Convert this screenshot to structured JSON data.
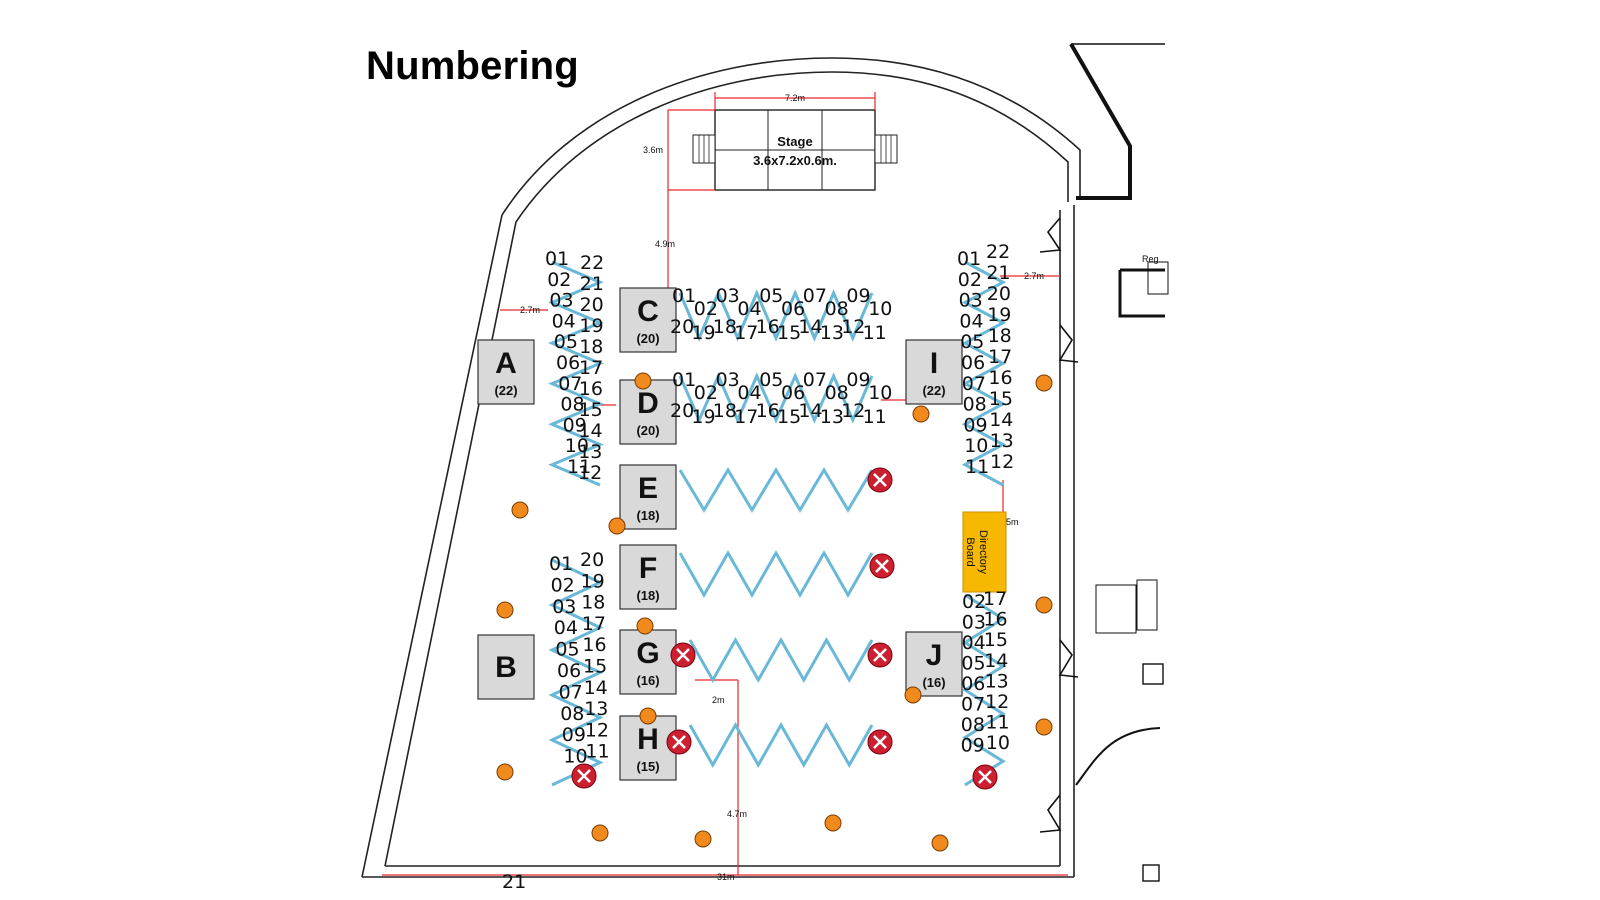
{
  "title": "Numbering",
  "stage": {
    "label": "Stage",
    "size": "3.6x7.2x0.6m.",
    "width_label": "7.2m",
    "depth_label": "3.6m"
  },
  "dimensions": [
    "4.9m",
    "2.7m",
    "2.7m",
    "2m",
    "4.7m",
    "31m",
    "5m"
  ],
  "directory_board": [
    "Directory",
    "Board"
  ],
  "corner_text": "21",
  "side_label": "Reg",
  "blocks": [
    {
      "id": "A",
      "count": "(22)"
    },
    {
      "id": "B",
      "count": ""
    },
    {
      "id": "C",
      "count": "(20)"
    },
    {
      "id": "D",
      "count": "(20)"
    },
    {
      "id": "E",
      "count": "(18)"
    },
    {
      "id": "F",
      "count": "(18)"
    },
    {
      "id": "G",
      "count": "(16)"
    },
    {
      "id": "H",
      "count": "(15)"
    },
    {
      "id": "I",
      "count": "(22)"
    },
    {
      "id": "J",
      "count": "(16)"
    }
  ],
  "numbering": {
    "A_left": [
      "01",
      "02",
      "03",
      "04",
      "05",
      "06",
      "07",
      "08",
      "09",
      "10",
      "11"
    ],
    "A_right": [
      "22",
      "21",
      "20",
      "19",
      "18",
      "17",
      "16",
      "15",
      "14",
      "13",
      "12"
    ],
    "C_top": [
      "01",
      "02",
      "03",
      "04",
      "05",
      "06",
      "07",
      "08",
      "09",
      "10"
    ],
    "C_bottom": [
      "20",
      "19",
      "18",
      "17",
      "16",
      "15",
      "14",
      "13",
      "12",
      "11"
    ],
    "D_top": [
      "01",
      "02",
      "03",
      "04",
      "05",
      "06",
      "07",
      "08",
      "09",
      "10"
    ],
    "D_bottom": [
      "20",
      "19",
      "18",
      "17",
      "16",
      "15",
      "14",
      "13",
      "12",
      "11"
    ],
    "I_left": [
      "01",
      "02",
      "03",
      "04",
      "05",
      "06",
      "07",
      "08",
      "09",
      "10",
      "11"
    ],
    "I_right": [
      "22",
      "21",
      "20",
      "19",
      "18",
      "17",
      "16",
      "15",
      "14",
      "13",
      "12"
    ],
    "B_left": [
      "01",
      "02",
      "03",
      "04",
      "05",
      "06",
      "07",
      "08",
      "09",
      "10"
    ],
    "B_right": [
      "20",
      "19",
      "18",
      "17",
      "16",
      "15",
      "14",
      "13",
      "12",
      "11"
    ],
    "J_left": [
      "02",
      "03",
      "04",
      "05",
      "06",
      "07",
      "08",
      "09"
    ],
    "J_right": [
      "17",
      "16",
      "15",
      "14",
      "13",
      "12",
      "11",
      "10"
    ]
  }
}
